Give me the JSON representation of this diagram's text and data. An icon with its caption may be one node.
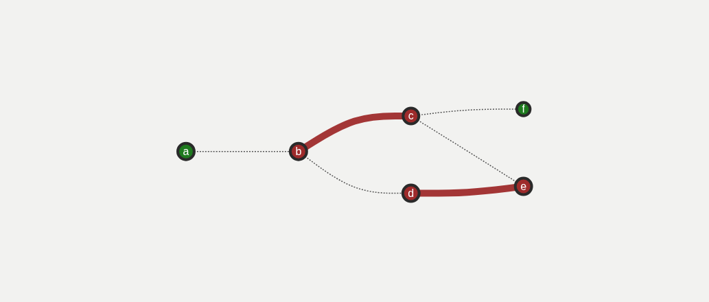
{
  "diagram": {
    "nodes": [
      {
        "text": [
          "a"
        ]
      },
      {
        "text": [
          "b"
        ]
      },
      {
        "text": [
          "c"
        ]
      },
      {
        "text": [
          "d"
        ]
      },
      {
        "text": [
          "e"
        ]
      },
      {
        "text": [
          "f"
        ]
      }
    ],
    "edges": [
      {
        "from": 0,
        "to": 1,
        "arrow": "none",
        "style": "dashed"
      },
      {
        "from": 1,
        "to": 2,
        "arrow": "none",
        "style": "thick",
        "color": "#a33636"
      },
      {
        "from": 2,
        "to": 5,
        "arrow": "none",
        "style": "dashed"
      },
      {
        "from": 1,
        "to": 3,
        "arrow": "none",
        "style": "dashed"
      },
      {
        "from": 2,
        "to": 4,
        "arrow": "none",
        "style": "dashed"
      },
      {
        "from": 3,
        "to": 4,
        "arrow": "none",
        "style": "thick",
        "color": "#a33636"
      }
    ]
  }
}
